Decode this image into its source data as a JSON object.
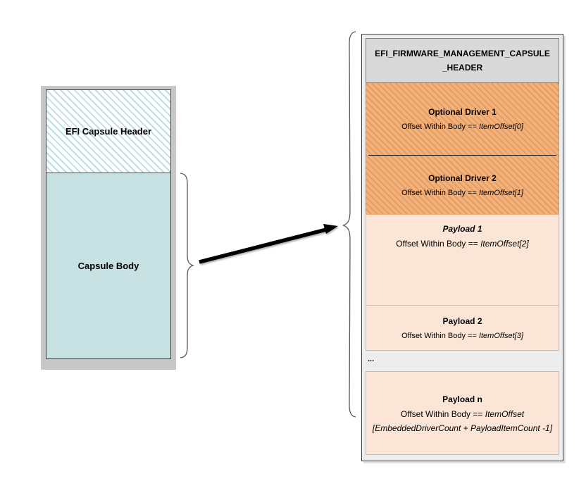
{
  "left_diagram": {
    "header_label": "EFI Capsule Header",
    "body_label": "Capsule Body"
  },
  "right_diagram": {
    "header_lines": [
      "EFI_FIRMWARE_MANAGEMENT_CAPSULE",
      "_HEADER"
    ],
    "sections": [
      {
        "title": "Optional Driver 1",
        "offset_prefix": "Offset Within Body ==",
        "offset_value": "ItemOffset[0]"
      },
      {
        "title": "Optional Driver 2",
        "offset_prefix": "Offset Within Body ==",
        "offset_value": "ItemOffset[1]"
      },
      {
        "title": "Payload 1",
        "offset_prefix": "Offset Within Body ==",
        "offset_value": "ItemOffset[2]"
      },
      {
        "title": "Payload 2",
        "offset_prefix": "Offset Within Body ==",
        "offset_value": "ItemOffset[3]"
      },
      {
        "title": "Payload n",
        "offset_prefix": "Offset Within Body ==",
        "offset_value": "ItemOffset [EmbeddedDriverCount + PayloadItemCount -1]"
      }
    ],
    "ellipsis": "..."
  },
  "colors": {
    "frame_gray": "#c7c7c7",
    "capsule_header_hatch": "#bedfe7",
    "capsule_body_fill": "#c8e2e4",
    "fmc_header_fill": "#d9d9d9",
    "driver_fill": "#f3b17c",
    "driver_hatch": "#e49c61",
    "payload_fill": "#fbe5d6",
    "payload_border": "#f0b27a",
    "structure_bg": "#ededed",
    "line_color": "#000000"
  }
}
